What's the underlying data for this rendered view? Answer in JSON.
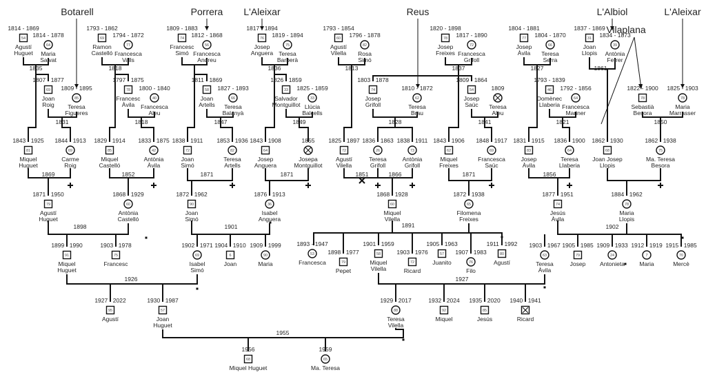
{
  "places": {
    "botarell": "Botarell",
    "porrera": "Porrera",
    "laleixar1": "L'Aleixar",
    "reus": "Reus",
    "lalbiol": "L'Albiol",
    "vilaplana": "Vilaplana",
    "laleixar2": "L'Aleixar"
  },
  "people": {
    "p1": {
      "years": "1814 - 1869",
      "name": [
        "Agustí",
        "Huguet"
      ],
      "icon": "square",
      "id": "54"
    },
    "p2": {
      "years": "1814 - 1878",
      "name": [
        "Maria",
        "Salvat"
      ],
      "icon": "circle",
      "id": "64"
    },
    "p3": {
      "years": "1793 - 1862",
      "name": [
        "Ramon",
        "Castelló"
      ],
      "icon": "square",
      "id": "69"
    },
    "p4": {
      "years": "1794 - 1872",
      "name": [
        "Francesca",
        "Valls"
      ],
      "icon": "circle",
      "id": "77"
    },
    "p5": {
      "years": "1809 - 1883",
      "name": [
        "Francesc",
        "Simó"
      ],
      "icon": "square",
      "id": "74"
    },
    "p6": {
      "years": "1812 - 1868",
      "name": [
        "Francesca",
        "Andreu"
      ],
      "icon": "circle",
      "id": "56"
    },
    "p7": {
      "years": "1817 - 1894",
      "name": [
        "Josep",
        "Anguera"
      ],
      "icon": "square",
      "id": "76"
    },
    "p8": {
      "years": "1819 - 1894",
      "name": [
        "Teresa",
        "Barberà"
      ],
      "icon": "circle",
      "id": "75"
    },
    "p9": {
      "years": "1793 - 1854",
      "name": [
        "Agustí",
        "Vilella"
      ],
      "icon": "square",
      "id": "60"
    },
    "p10": {
      "years": "1796 - 1878",
      "name": [
        "Rosa",
        "Simó"
      ],
      "icon": "circle",
      "id": "82"
    },
    "p11": {
      "years": "1820 - 1898",
      "name": [
        "Josep",
        "Freixes"
      ],
      "icon": "square",
      "id": "78"
    },
    "p12": {
      "years": "1817 - 1890",
      "name": [
        "Francesca",
        "Grifoll"
      ],
      "icon": "circle",
      "id": "72"
    },
    "p13": {
      "years": "1804 - 1881",
      "name": [
        "Josep",
        "Àvila"
      ],
      "icon": "square",
      "id": "77"
    },
    "p14": {
      "years": "1804 - 1870",
      "name": [
        "Teresa",
        "Serra"
      ],
      "icon": "circle",
      "id": "66"
    },
    "p15": {
      "years": "1837 - 1869",
      "name": [
        "Joan",
        "Llopis"
      ],
      "icon": "square",
      "id": "31"
    },
    "p16": {
      "years": "1834 - 1873",
      "name": [
        "Antònia",
        "Ferrer"
      ],
      "icon": "circle",
      "id": "39"
    },
    "p17": {
      "years": "1807 - 1877",
      "name": [
        "Joan",
        "Roig"
      ],
      "icon": "square",
      "id": "69"
    },
    "p18": {
      "years": "1809 - 1895",
      "name": [
        "Teresa",
        "Figueres"
      ],
      "icon": "circle",
      "id": "85"
    },
    "p19": {
      "years": "1797 - 1875",
      "name": [
        "Francesc",
        "Àvila"
      ],
      "icon": "square",
      "id": "78"
    },
    "p20": {
      "years": "1800 - 1840",
      "name": [
        "Francesca",
        "Aleu"
      ],
      "icon": "circle",
      "id": "40"
    },
    "p21": {
      "years": "1811 - 1869",
      "name": [
        "Joan",
        "Artells"
      ],
      "icon": "square",
      "id": "58"
    },
    "p22": {
      "years": "1827 - 1893",
      "name": [
        "Teresa",
        "Balanyà"
      ],
      "icon": "circle",
      "id": "66"
    },
    "p23": {
      "years": "1826 - 1859",
      "name": [
        "Salvador",
        "Montguillot"
      ],
      "icon": "square",
      "id": "33"
    },
    "p24": {
      "years": "1825 - 1859",
      "name": [
        "Llúcia",
        "Balcells"
      ],
      "icon": "circle",
      "id": "33"
    },
    "p25": {
      "years": "1803 - 1878",
      "name": [
        "Josep",
        "Grifoll"
      ],
      "icon": "square",
      "id": "74"
    },
    "p26": {
      "years": "1810 - 1872",
      "name": [
        "Teresa",
        "Brau"
      ],
      "icon": "circle",
      "id": "62"
    },
    "p27": {
      "years": "1809 - 1864",
      "name": [
        "Josep",
        "Saüc"
      ],
      "icon": "square",
      "id": "54"
    },
    "p28": {
      "years": "1809",
      "name": [
        "Teresa",
        "Aleu"
      ],
      "icon": "circlex",
      "id": ""
    },
    "p29": {
      "years": "1793 - 1839",
      "name": [
        "Domènec",
        "Llaberia"
      ],
      "icon": "square",
      "id": "46"
    },
    "p30": {
      "years": "1792 - 1856",
      "name": [
        "Francesca",
        "Mariner"
      ],
      "icon": "circle",
      "id": "64"
    },
    "p31": {
      "years": "1822 - 1900",
      "name": [
        "Sebastià",
        "Besora"
      ],
      "icon": "square",
      "id": "78"
    },
    "p32": {
      "years": "1825 - 1903",
      "name": [
        "Maria",
        "Marrasser"
      ],
      "icon": "circle",
      "id": "78"
    },
    "p33": {
      "years": "1843 - 1925",
      "name": [
        "Miquel",
        "Huguet"
      ],
      "icon": "square",
      "id": "81"
    },
    "p34": {
      "years": "1844 - 1913",
      "name": [
        "Carme",
        "Roig"
      ],
      "icon": "circle",
      "id": "69"
    },
    "p35": {
      "years": "1829 - 1914",
      "name": [
        "Miquel",
        "Castelló"
      ],
      "icon": "square",
      "id": "85"
    },
    "p36": {
      "years": "1833 - 1875",
      "name": [
        "Antònia",
        "Àvila"
      ],
      "icon": "circle",
      "id": "42"
    },
    "p37": {
      "years": "1838 - 1911",
      "name": [
        "Joan",
        "Simó"
      ],
      "icon": "square",
      "id": "72"
    },
    "p38": {
      "years": "1853 - 1936",
      "name": [
        "Teresa",
        "Artells"
      ],
      "icon": "circle",
      "id": "82"
    },
    "p39": {
      "years": "1843 - 1908",
      "name": [
        "Josep",
        "Anguera"
      ],
      "icon": "square",
      "id": "64"
    },
    "p40": {
      "years": "1855",
      "name": [
        "Josepa",
        "Montguillot"
      ],
      "icon": "circlex",
      "id": ""
    },
    "p41": {
      "years": "1825 - 1897",
      "name": [
        "Agustí",
        "Vilella"
      ],
      "icon": "square",
      "id": "72"
    },
    "p42": {
      "years": "1836 - 1863",
      "name": [
        "Teresa",
        "Grifoll"
      ],
      "icon": "circle",
      "id": "26"
    },
    "p43": {
      "years": "1838 - 1911",
      "name": [
        "Antònia",
        "Grifoll"
      ],
      "icon": "circle",
      "id": "73"
    },
    "p44": {
      "years": "1843 - 1906",
      "name": [
        "Miquel",
        "Freixes"
      ],
      "icon": "square",
      "id": "62"
    },
    "p45": {
      "years": "1848 - 1917",
      "name": [
        "Francesca",
        "Saüc"
      ],
      "icon": "circle",
      "id": "69"
    },
    "p46": {
      "years": "1831 - 1915",
      "name": [
        "Josep",
        "Àvila"
      ],
      "icon": "square",
      "id": "83"
    },
    "p47": {
      "years": "1836 - 1900",
      "name": [
        "Teresa",
        "Llaberia"
      ],
      "icon": "circle",
      "id": "64"
    },
    "p48": {
      "years": "1862 - 1930",
      "name": [
        "Joan Josep",
        "Llopis"
      ],
      "icon": "square",
      "id": "68"
    },
    "p49": {
      "years": "1862 - 1938",
      "name": [
        "Ma. Teresa",
        "Besora"
      ],
      "icon": "circle",
      "id": "75"
    },
    "p50": {
      "years": "1871 - 1950",
      "name": [
        "Agustí",
        "Huguet"
      ],
      "icon": "square",
      "id": "79"
    },
    "p51": {
      "years": "1868 - 1929",
      "name": [
        "Antònia",
        "Castelló"
      ],
      "icon": "circle",
      "id": "60"
    },
    "p52": {
      "years": "1872 - 1962",
      "name": [
        "Joan",
        "Simó"
      ],
      "icon": "square",
      "id": "90"
    },
    "p53": {
      "years": "1876 - 1913",
      "name": [
        "Isabel",
        "Anguera"
      ],
      "icon": "circle",
      "id": "36"
    },
    "p54": {
      "years": "1868 - 1928",
      "name": [
        "Miquel",
        "Vilella"
      ],
      "icon": "square",
      "id": "60"
    },
    "p55": {
      "years": "1872 - 1938",
      "name": [
        "Filomena",
        "Freixes"
      ],
      "icon": "circle",
      "id": "65"
    },
    "p56": {
      "years": "1877 - 1951",
      "name": [
        "Jesús",
        "Àvila"
      ],
      "icon": "square",
      "id": "74"
    },
    "p57": {
      "years": "1884 - 1962",
      "name": [
        "Maria",
        "Llopis"
      ],
      "icon": "circle",
      "id": "78"
    },
    "p58": {
      "years": "1899 - 1990",
      "name": [
        "Miquel",
        "Huguet"
      ],
      "icon": "square",
      "id": "91"
    },
    "p59": {
      "years": "1903 - 1978",
      "name": [
        "Francesc"
      ],
      "icon": "square",
      "id": "75"
    },
    "p60": {
      "years": "1902 - 1971",
      "name": [
        "Isabel",
        "Simó"
      ],
      "icon": "circle",
      "id": "69"
    },
    "p61": {
      "years": "1904 - 1910",
      "name": [
        "Joan"
      ],
      "icon": "square",
      "id": "6"
    },
    "p62": {
      "years": "1909 - 1999",
      "name": [
        "Maria"
      ],
      "icon": "circle",
      "id": "90"
    },
    "p63": {
      "years": "1893 - 1947",
      "name": [
        "Francesca"
      ],
      "icon": "circle",
      "id": "53"
    },
    "p64": {
      "years": "1898 - 1977",
      "name": [
        "Pepet"
      ],
      "icon": "square",
      "id": "79"
    },
    "p65": {
      "years": "1901 - 1959",
      "name": [
        "Miquel",
        "Vilella"
      ],
      "icon": "square",
      "id": "58"
    },
    "p66": {
      "years": "1903 - 1976",
      "name": [
        "Ricard"
      ],
      "icon": "square",
      "id": "72"
    },
    "p67": {
      "years": "1905 - 1963",
      "name": [
        "Juanito"
      ],
      "icon": "square",
      "id": "57"
    },
    "p68": {
      "years": "1907 - 1983",
      "name": [
        "Filo"
      ],
      "icon": "circle",
      "id": "76"
    },
    "p69": {
      "years": "1911 - 1992",
      "name": [
        "Agustí"
      ],
      "icon": "square",
      "id": "80"
    },
    "p70": {
      "years": "1903 - 1967",
      "name": [
        "Teresa",
        "Àvila"
      ],
      "icon": "circle",
      "id": "63"
    },
    "p71": {
      "years": "1905 - 1985",
      "name": [
        "Josep"
      ],
      "icon": "square",
      "id": "79"
    },
    "p72": {
      "years": "1909 - 1933",
      "name": [
        "Antonieta"
      ],
      "icon": "circle",
      "id": "24"
    },
    "p73": {
      "years": "1912 - 1919",
      "name": [
        "Maria"
      ],
      "icon": "circle",
      "id": "7"
    },
    "p74": {
      "years": "1915 - 1985",
      "name": [
        "Mercè"
      ],
      "icon": "circle",
      "id": "70"
    },
    "p75": {
      "years": "1927 - 2022",
      "name": [
        "Agustí"
      ],
      "icon": "square",
      "id": "95"
    },
    "p76": {
      "years": "1930 - 1987",
      "name": [
        "Joan",
        "Huguet"
      ],
      "icon": "square",
      "id": "57"
    },
    "p77": {
      "years": "1929 - 2017",
      "name": [
        "Teresa",
        "Vilella"
      ],
      "icon": "circle",
      "id": "88"
    },
    "p78": {
      "years": "1932 - 2024",
      "name": [
        "Miquel"
      ],
      "icon": "square",
      "id": "92"
    },
    "p79": {
      "years": "1935 - 2020",
      "name": [
        "Jesús"
      ],
      "icon": "square",
      "id": "85"
    },
    "p80": {
      "years": "1940 - 1941",
      "name": [
        "Ricard"
      ],
      "icon": "squarex",
      "id": ""
    },
    "p81": {
      "years": "1956",
      "name": [
        "Miquel Huguet"
      ],
      "icon": "square",
      "id": "68"
    },
    "p82": {
      "years": "1959",
      "name": [
        "Ma. Teresa"
      ],
      "icon": "circle",
      "id": "65"
    }
  },
  "marriages": {
    "m1": "1835",
    "m2": "1818",
    "m3": "1836",
    "m4": "1813",
    "m5": "1837",
    "m6": "1827",
    "m7": "1861",
    "m8": "1831",
    "m9": "1818",
    "m10": "1847",
    "m11": "1849",
    "m12": "1828",
    "m13": "1841",
    "m14": "1821",
    "m15": "1850",
    "m16": "1869",
    "m17": "1852",
    "m18": "1871",
    "m19": "1871",
    "m20": "1851",
    "m21": "1866",
    "m22": "1871",
    "m23": "1856",
    "m24": "1898",
    "m25": "1901",
    "m26": "1891",
    "m27": "1902",
    "m28": "1926",
    "m29": "1927",
    "m30": "1955"
  }
}
